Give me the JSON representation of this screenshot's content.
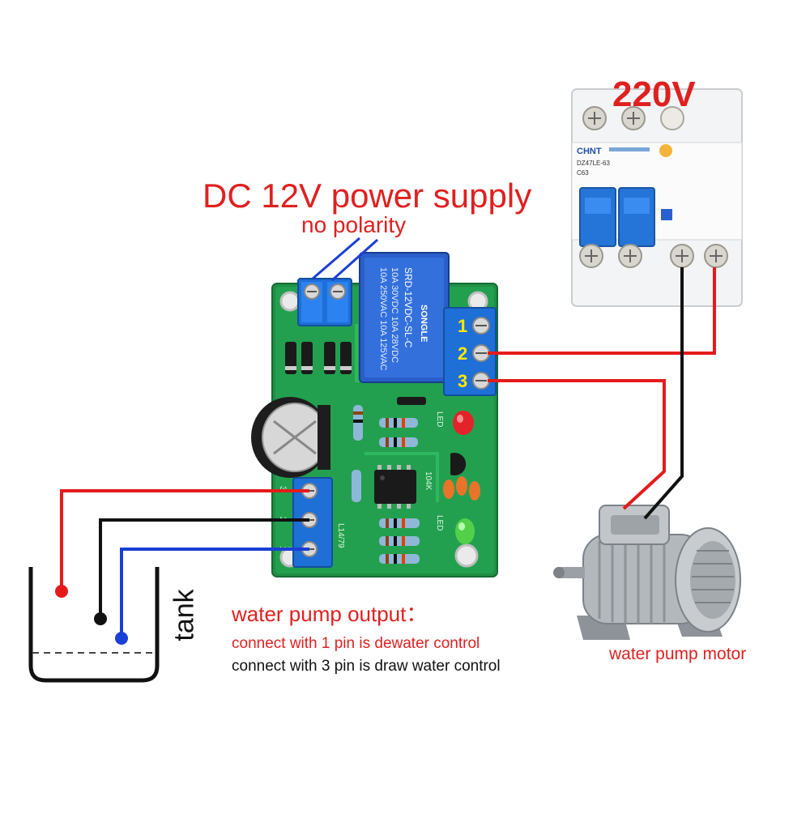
{
  "labels": {
    "power_supply": "DC 12V power supply",
    "polarity": "no polarity",
    "mains": "220V",
    "tank": "tank",
    "pump_output_title": "water pump output：",
    "pump_output_pin1": "connect with 1 pin is dewater control",
    "pump_output_pin3": "connect with 3 pin is draw water control",
    "motor": "water pump motor"
  },
  "relay_terminal_numbers": [
    "1",
    "2",
    "3"
  ],
  "board_markings": {
    "relay_brand": "SONGLE",
    "relay_model": "SRD-12VDC-SL-C",
    "relay_rating_1": "10A 250VAC 10A 125VAC",
    "relay_rating_2": "10A 30VDC 10A 28VDC",
    "led_1": "LED",
    "led_2": "LED",
    "sensor_pins": [
      "3",
      "2",
      "1"
    ],
    "part_code": "L14/79",
    "cap_code": "104K"
  },
  "breaker": {
    "brand": "CHNT",
    "model": "DZ47LE-63",
    "rating": "C63"
  },
  "wire_colors": {
    "live": "#e51b1b",
    "neutral": "#111111",
    "probe_low": "#1a3fd6"
  }
}
